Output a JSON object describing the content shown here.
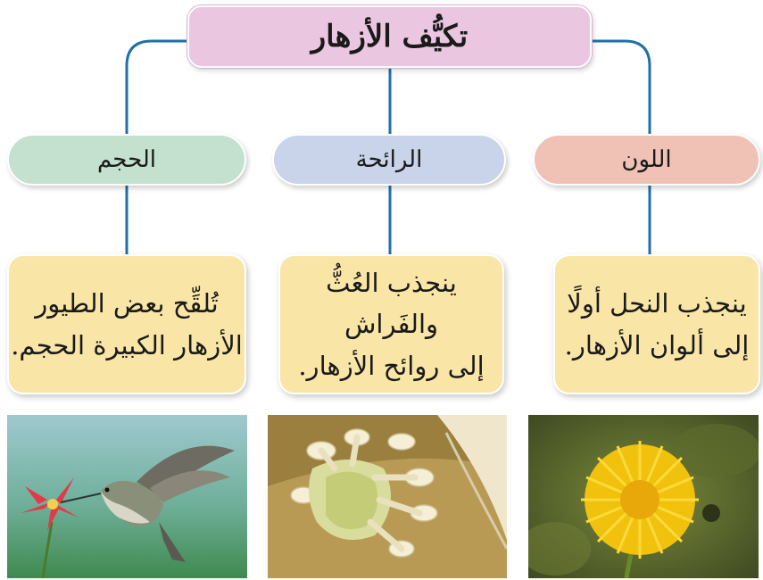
{
  "title": "تكيُّف الأزهار",
  "categories": [
    {
      "label": "اللون",
      "description_lines": [
        "ينجذب النحل أولًا",
        "إلى ألوان الأزهار."
      ],
      "photo": "yellow-dandelion-flower"
    },
    {
      "label": "الرائحة",
      "description_lines": [
        "ينجذب العُثُّ والفَراش",
        "إلى روائح الأزهار."
      ],
      "photo": "white-fragrant-flower"
    },
    {
      "label": "الحجم",
      "description_lines": [
        "تُلقِّح بعض الطيور",
        "الأزهار الكبيرة الحجم."
      ],
      "photo": "hummingbird-pollinating-red-flower"
    }
  ],
  "colors": {
    "title_box": "#ebc6e0",
    "color_box": "#f0c1b5",
    "scent_box": "#c9d4ea",
    "size_box": "#c4e0cf",
    "description_box": "#f9e6a7",
    "connector": "#1f6fa8"
  }
}
